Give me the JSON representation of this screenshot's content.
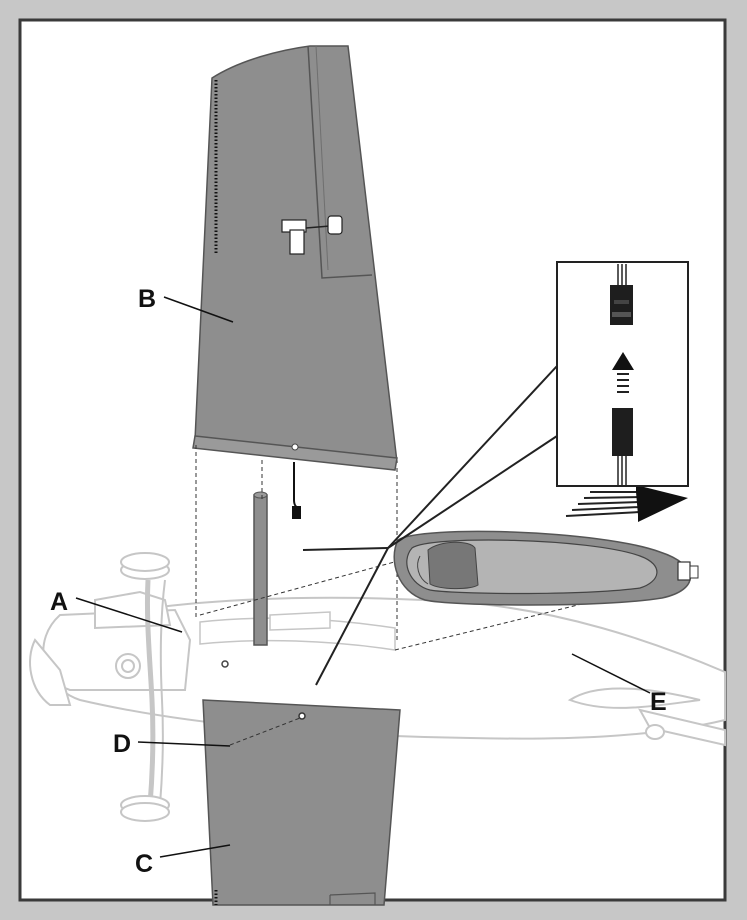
{
  "labels": {
    "a": "A",
    "b": "B",
    "c": "C",
    "d": "D",
    "e": "E"
  },
  "colors": {
    "frame": "#c7c7c7",
    "panel": "#ffffff",
    "panel_border": "#3a3a3a",
    "part_gray": "#8e8e8e",
    "fuselage_fill": "#ffffff",
    "fuselage_stroke": "#c8c8c8",
    "connector": "#1e1e1e"
  }
}
